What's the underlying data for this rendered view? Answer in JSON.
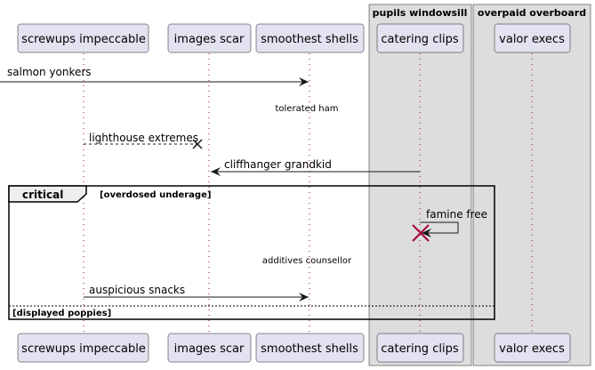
{
  "boxes": [
    {
      "title": "pupils windowsill"
    },
    {
      "title": "overpaid overboard"
    }
  ],
  "participants": [
    {
      "label": "screwups impeccable"
    },
    {
      "label": "images scar"
    },
    {
      "label": "smoothest shells"
    },
    {
      "label": "catering clips"
    },
    {
      "label": "valor execs"
    }
  ],
  "messages": [
    {
      "label": "salmon yonkers"
    },
    {
      "label": "lighthouse extremes"
    },
    {
      "label": "cliffhanger grandkid"
    },
    {
      "label": "famine free"
    },
    {
      "label": "auspicious snacks"
    }
  ],
  "notes": [
    {
      "text": "tolerated ham"
    },
    {
      "text": "additives counsellor"
    }
  ],
  "fragment": {
    "keyword": "critical",
    "guard": "[overdosed underage]",
    "else_guard": "[displayed poppies]"
  },
  "colors": {
    "participant_fill": "#e2e2f0",
    "participant_border": "#181818",
    "box_fill": "#dddddd",
    "lifeline": "#a80036",
    "destroy": "#a80036"
  }
}
